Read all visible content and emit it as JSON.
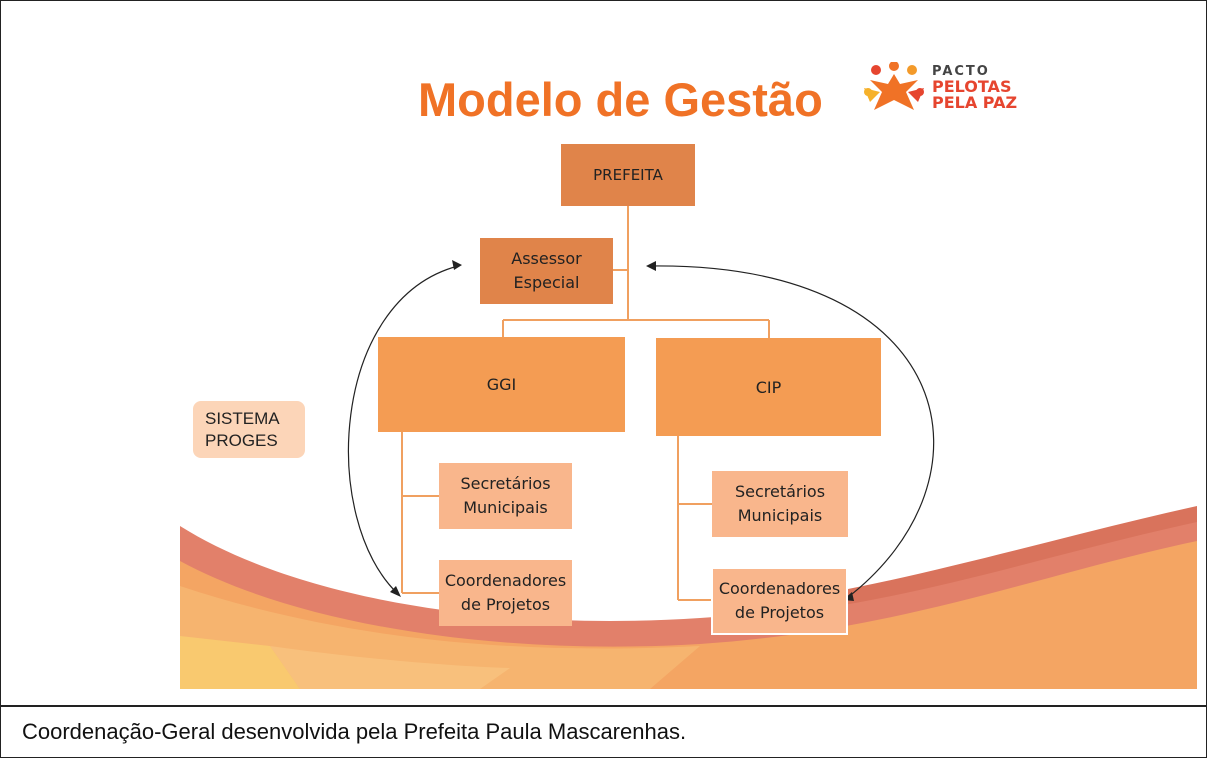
{
  "slide": {
    "title": "Modelo de Gestão",
    "logo": {
      "line1": "PACTO",
      "line2": "PELOTAS",
      "line3": "PELA PAZ"
    },
    "nodes": {
      "prefeita": "PREFEITA",
      "assessor_line1": "Assessor",
      "assessor_line2": "Especial",
      "ggi": "GGI",
      "cip": "CIP",
      "sec_ggi_line1": "Secretários",
      "sec_ggi_line2": "Municipais",
      "coord_ggi_line1": "Coordenadores",
      "coord_ggi_line2": "de Projetos",
      "sec_cip_line1": "Secretários",
      "sec_cip_line2": "Municipais",
      "coord_cip_line1": "Coordenadores",
      "coord_cip_line2": "de Projetos"
    },
    "side_label_line1": "SISTEMA",
    "side_label_line2": "PROGES"
  },
  "caption": "Coordenação-Geral desenvolvida pela Prefeita Paula Mascarenhas.",
  "colors": {
    "title": "#f07226",
    "connector": "#f0a060",
    "top_box": "#e0844a",
    "mid_box": "#f49c53",
    "leaf_box": "#f9b68c",
    "proges_box": "#fcd5b8"
  }
}
